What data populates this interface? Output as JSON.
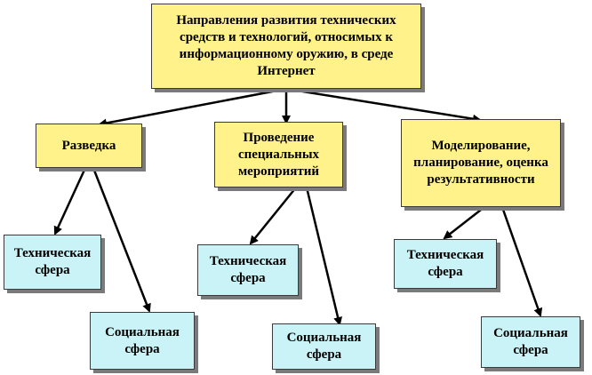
{
  "diagram": {
    "root": {
      "label": "Направления развития технических средств и технологий, относимых к информационному оружию, в среде Интернет"
    },
    "branches": [
      {
        "label": "Разведка"
      },
      {
        "label": "Проведение специальных мероприятий"
      },
      {
        "label": "Моделирование, планирование, оценка результативности"
      }
    ],
    "leaves": [
      {
        "label": "Техническая сфера"
      },
      {
        "label": "Социальная сфера"
      },
      {
        "label": "Техническая сфера"
      },
      {
        "label": "Социальная сфера"
      },
      {
        "label": "Техническая сфера"
      },
      {
        "label": "Социальная сфера"
      }
    ],
    "colors": {
      "root_fill": "#fff28a",
      "branch_fill": "#fff28a",
      "leaf_fill": "#c9f3f6",
      "border": "#3a3a3a",
      "arrow": "#000000"
    }
  }
}
